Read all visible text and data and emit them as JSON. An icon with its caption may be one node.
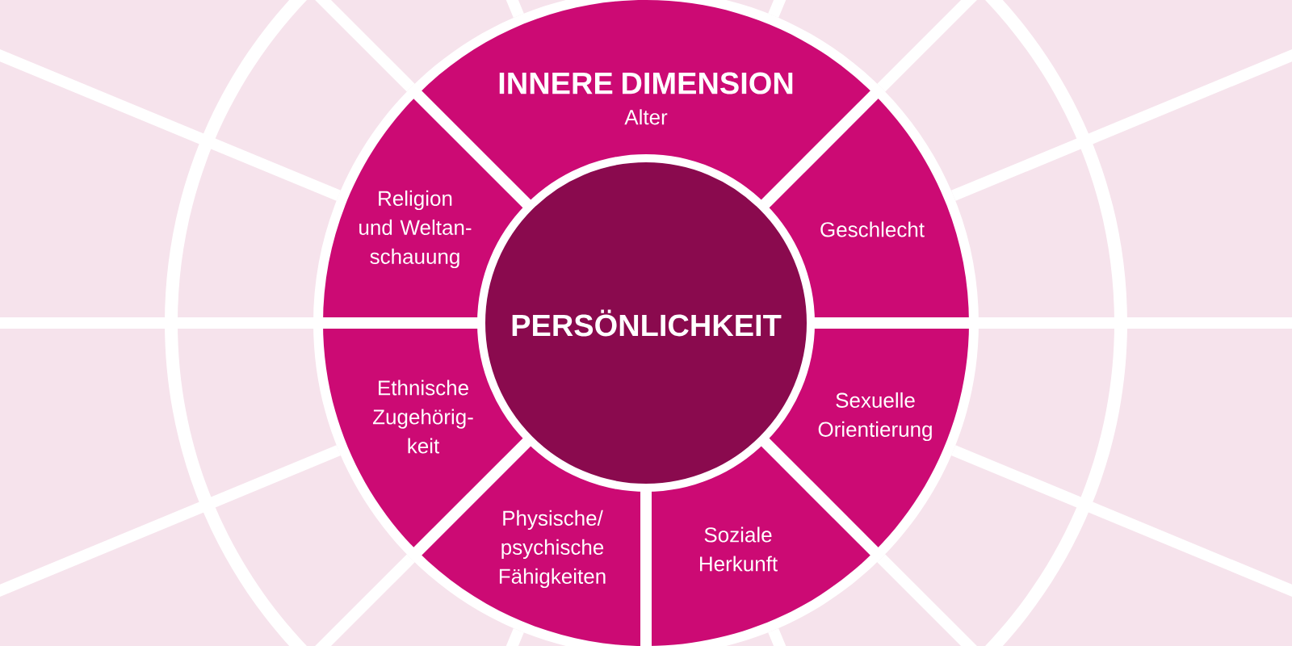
{
  "diagram": {
    "nodes": [
      {
        "text": [
          "PERSÖNLICHKEIT"
        ]
      },
      {
        "text": [
          "INNERE DIMENSION",
          "Alter"
        ]
      },
      {
        "text": [
          "Geschlecht"
        ]
      },
      {
        "text": [
          "Sexuelle Orientierung"
        ]
      },
      {
        "text": [
          "Soziale Herkunft"
        ]
      },
      {
        "text": [
          "Physische/ psychische Fähigkeiten"
        ]
      },
      {
        "text": [
          "Ethnische Zugehörig- keit"
        ]
      },
      {
        "text": [
          "Religion und Weltan- schauung"
        ]
      }
    ]
  }
}
